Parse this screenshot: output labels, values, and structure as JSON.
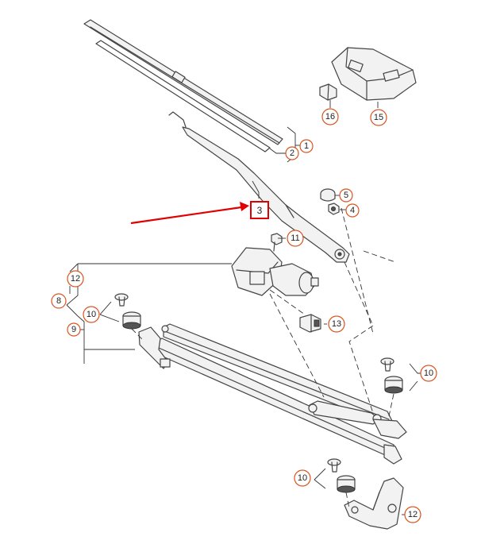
{
  "diagram": {
    "callouts": [
      {
        "id": "c1",
        "label": "1"
      },
      {
        "id": "c2",
        "label": "2"
      },
      {
        "id": "c4",
        "label": "4"
      },
      {
        "id": "c5",
        "label": "5"
      },
      {
        "id": "c8",
        "label": "8"
      },
      {
        "id": "c9",
        "label": "9"
      },
      {
        "id": "c10a",
        "label": "10"
      },
      {
        "id": "c10b",
        "label": "10"
      },
      {
        "id": "c10c",
        "label": "10"
      },
      {
        "id": "c11",
        "label": "11"
      },
      {
        "id": "c12a",
        "label": "12"
      },
      {
        "id": "c12b",
        "label": "12"
      },
      {
        "id": "c13",
        "label": "13"
      },
      {
        "id": "c15",
        "label": "15"
      },
      {
        "id": "c16",
        "label": "16"
      }
    ],
    "highlight": {
      "label": "3"
    },
    "colors": {
      "callout_ring": "#d9531e",
      "highlight_box": "#e00000",
      "arrow": "#e00000",
      "line": "#444444"
    }
  }
}
